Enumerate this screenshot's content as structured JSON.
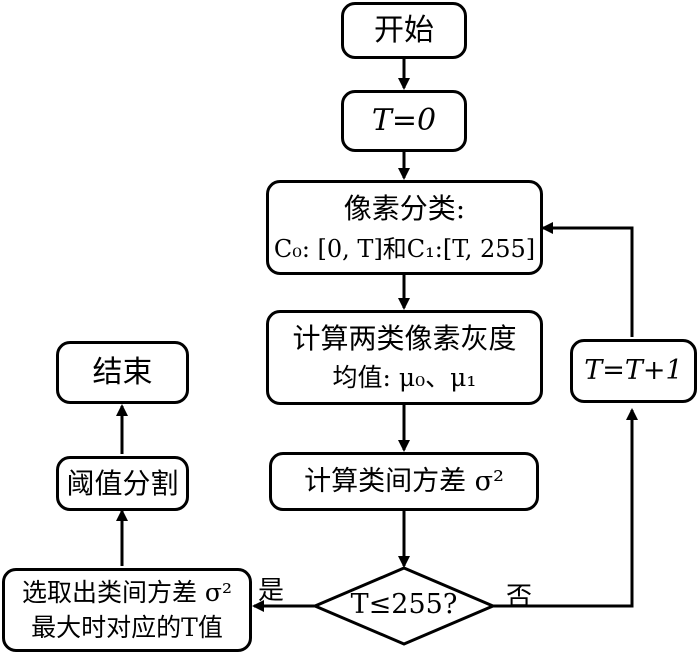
{
  "nodes": {
    "start": "开始",
    "init": "T=0",
    "classify_title": "像素分类:",
    "classify_formula": "C₀: [0, T]和C₁:[T, 255]",
    "mean_line1": "计算两类像素灰度",
    "mean_line2": "均值: μ₀、μ₁",
    "variance": "计算类间方差 σ²",
    "decision": "T≤255?",
    "increment": "T=T+1",
    "select_line1": "选取出类间方差 σ²",
    "select_line2": "最大时对应的T值",
    "segment": "阈值分割",
    "end": "结束"
  },
  "edge_labels": {
    "yes": "是",
    "no": "否"
  }
}
